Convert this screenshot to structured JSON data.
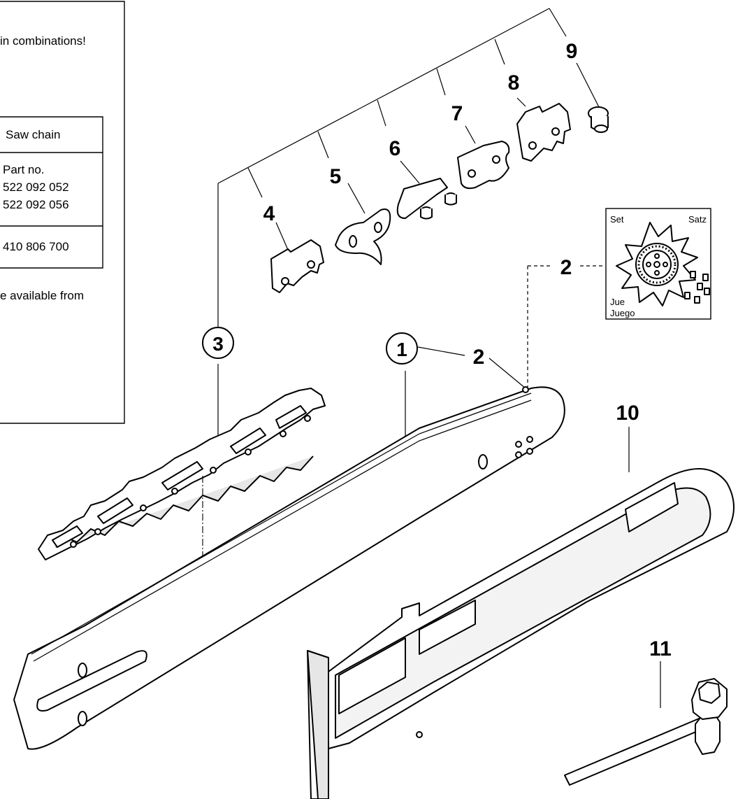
{
  "info_box": {
    "line1": "in combinations!",
    "line2": "e available from"
  },
  "table": {
    "header": "Saw chain",
    "part_label": "Part no.",
    "part_no_1": "522 092 052",
    "part_no_2": "522 092 056",
    "row3": "410 806 700"
  },
  "set_box": {
    "label_en": "Set",
    "label_de": "Satz",
    "label_fr": "Jue",
    "label_es": "Juego"
  },
  "callouts": {
    "c1": "1",
    "c2a": "2",
    "c2b": "2",
    "c3": "3",
    "c4": "4",
    "c5": "5",
    "c6": "6",
    "c7": "7",
    "c8": "8",
    "c9": "9",
    "c10": "10",
    "c11": "11"
  }
}
